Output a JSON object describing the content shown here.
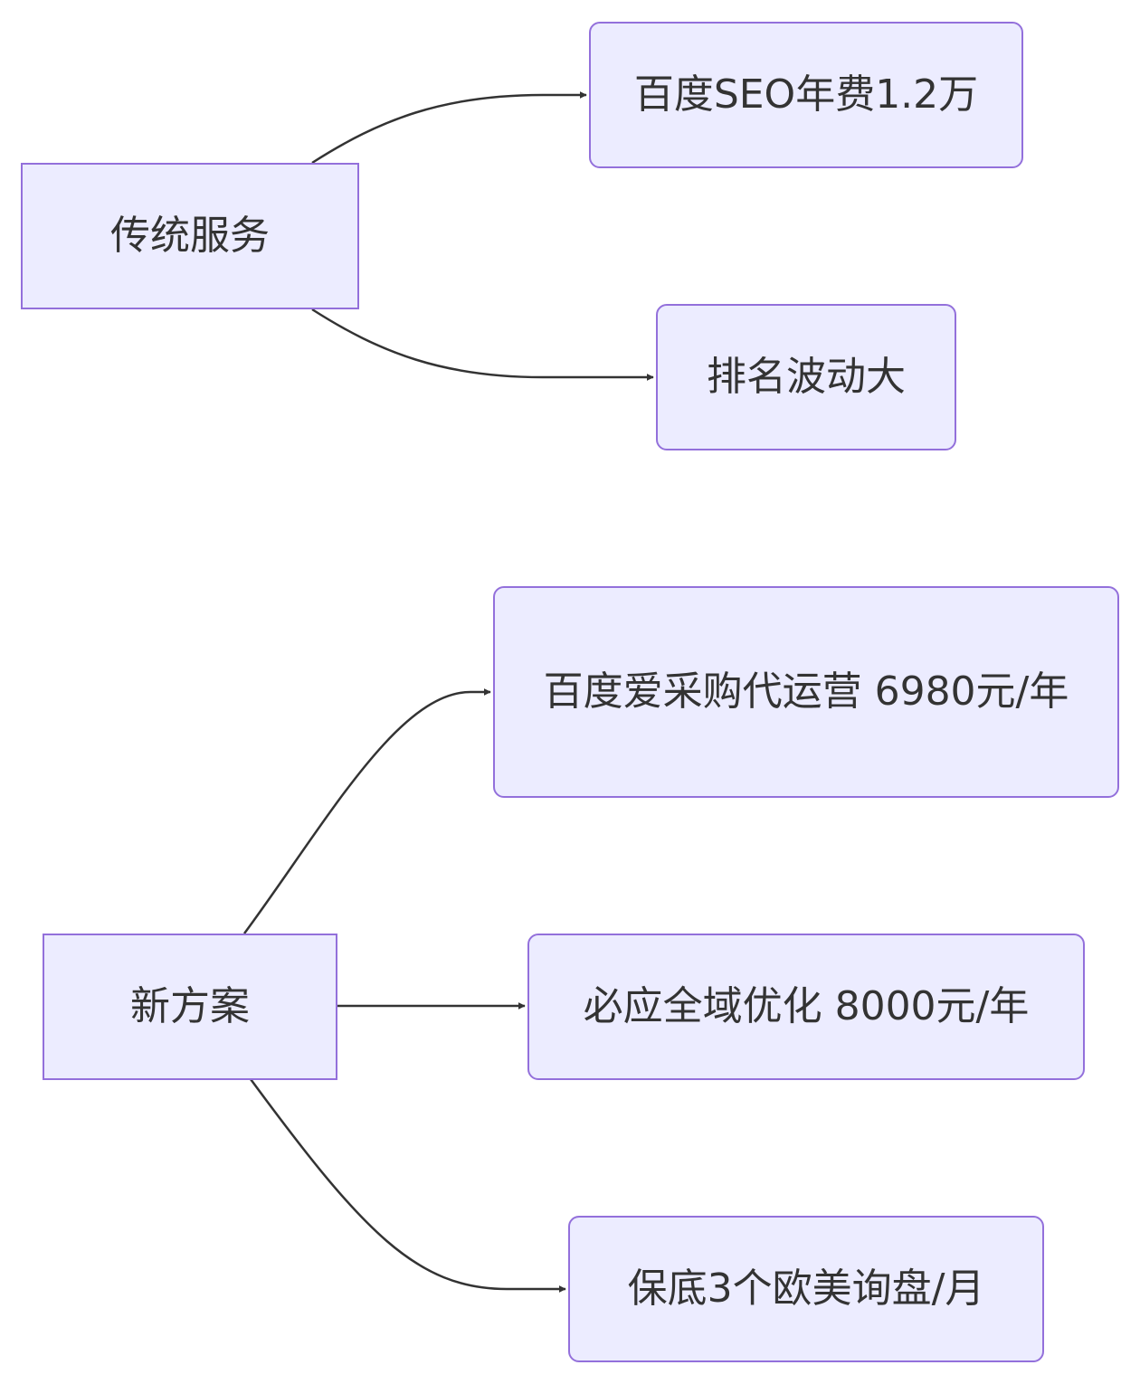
{
  "colors": {
    "node_fill": "#ECECFF",
    "node_border": "#9370DB",
    "edge": "#333333",
    "text": "#333333"
  },
  "nodes": {
    "traditional": {
      "label": "传统服务"
    },
    "baidu_seo": {
      "label": "百度SEO年费1.2万"
    },
    "ranking": {
      "label": "排名波动大"
    },
    "new_plan": {
      "label": "新方案"
    },
    "aicaigou": {
      "label": "百度爱采购代运营 6980元/年"
    },
    "bing": {
      "label": "必应全域优化 8000元/年"
    },
    "guarantee": {
      "label": "保底3个欧美询盘/月"
    }
  },
  "edges": [
    {
      "from": "traditional",
      "to": "baidu_seo"
    },
    {
      "from": "traditional",
      "to": "ranking"
    },
    {
      "from": "new_plan",
      "to": "aicaigou"
    },
    {
      "from": "new_plan",
      "to": "bing"
    },
    {
      "from": "new_plan",
      "to": "guarantee"
    }
  ]
}
